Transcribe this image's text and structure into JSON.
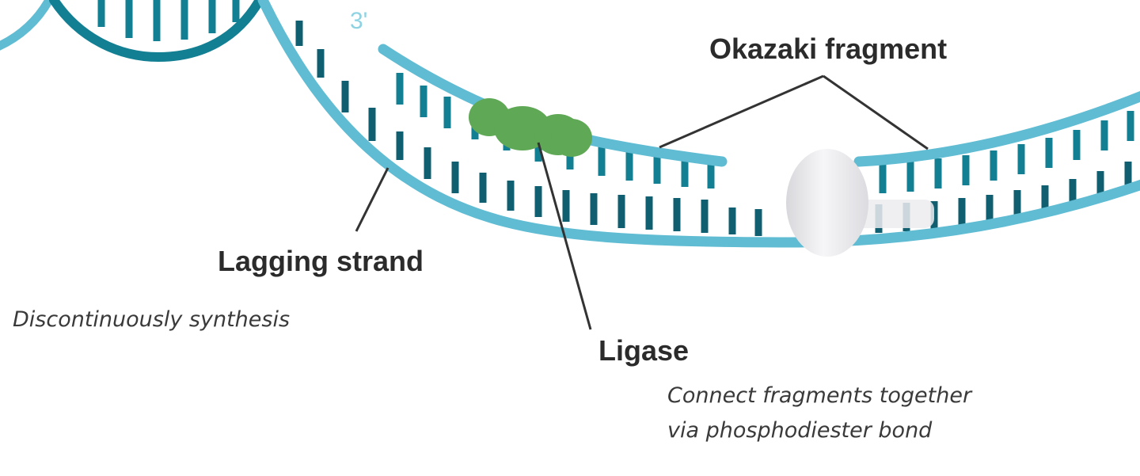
{
  "labels": {
    "end_marker": "3'",
    "okazaki": "Okazaki fragment",
    "lagging_strand": "Lagging strand",
    "lagging_note": "Discontinuously synthesis",
    "ligase": "Ligase",
    "ligase_note_line1": "Connect fragments together",
    "ligase_note_line2": "via phosphodiester bond"
  },
  "colors": {
    "strand_light": "#5fbcd3",
    "strand_dark": "#137f93",
    "base_dark": "#0f5f70",
    "ligase_green": "#5fa855",
    "primer_white": "#ececee",
    "callout_line": "#333333",
    "label_text": "#2b2b2b"
  }
}
